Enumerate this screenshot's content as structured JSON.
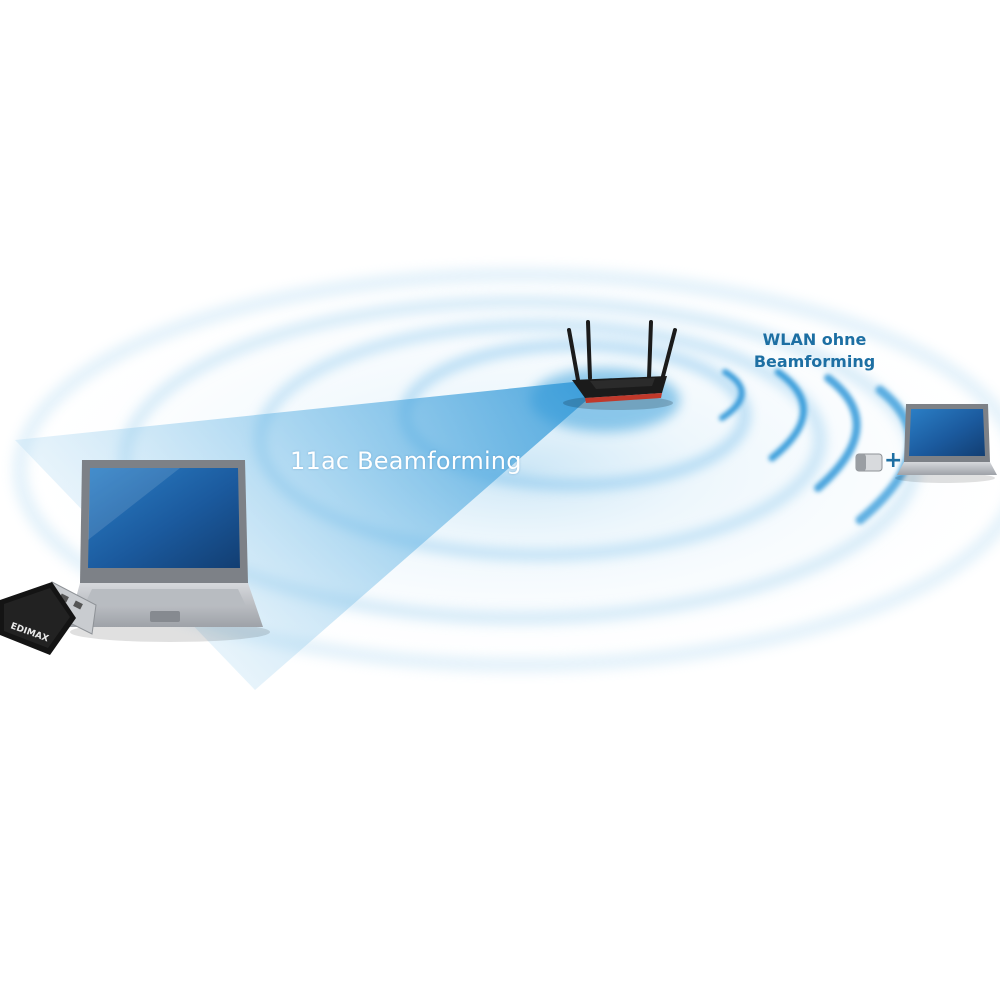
{
  "labels": {
    "beamforming": "11ac Beamforming",
    "no_beamforming": "WLAN ohne Beamforming",
    "plus": "+"
  },
  "logos": {
    "adapter_brand": "EDIMAX"
  },
  "colors": {
    "accent_blue": "#1d6fa3",
    "wave_blue": "#3aa0dc",
    "router_body": "#1b1b1b",
    "router_led": "#c0392b"
  }
}
